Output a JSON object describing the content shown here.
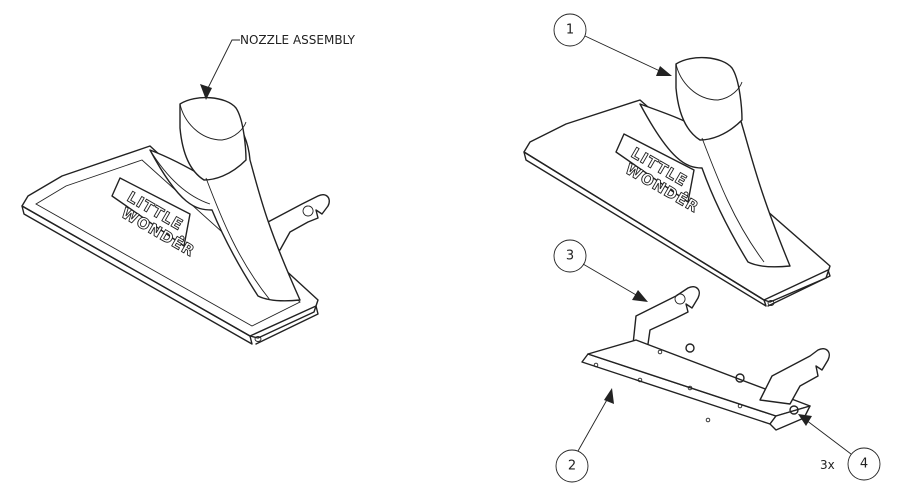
{
  "main_view": {
    "callout_text": "NOZZLE ASSEMBLY",
    "plate_line1": "LITTLE",
    "plate_line2": "WONDER"
  },
  "exploded_view": {
    "plate_line1": "LITTLE",
    "plate_line2": "WONDER",
    "balloons": [
      {
        "number": "1"
      },
      {
        "number": "2"
      },
      {
        "number": "3"
      },
      {
        "number": "4"
      }
    ],
    "quantity_note": "3x"
  }
}
